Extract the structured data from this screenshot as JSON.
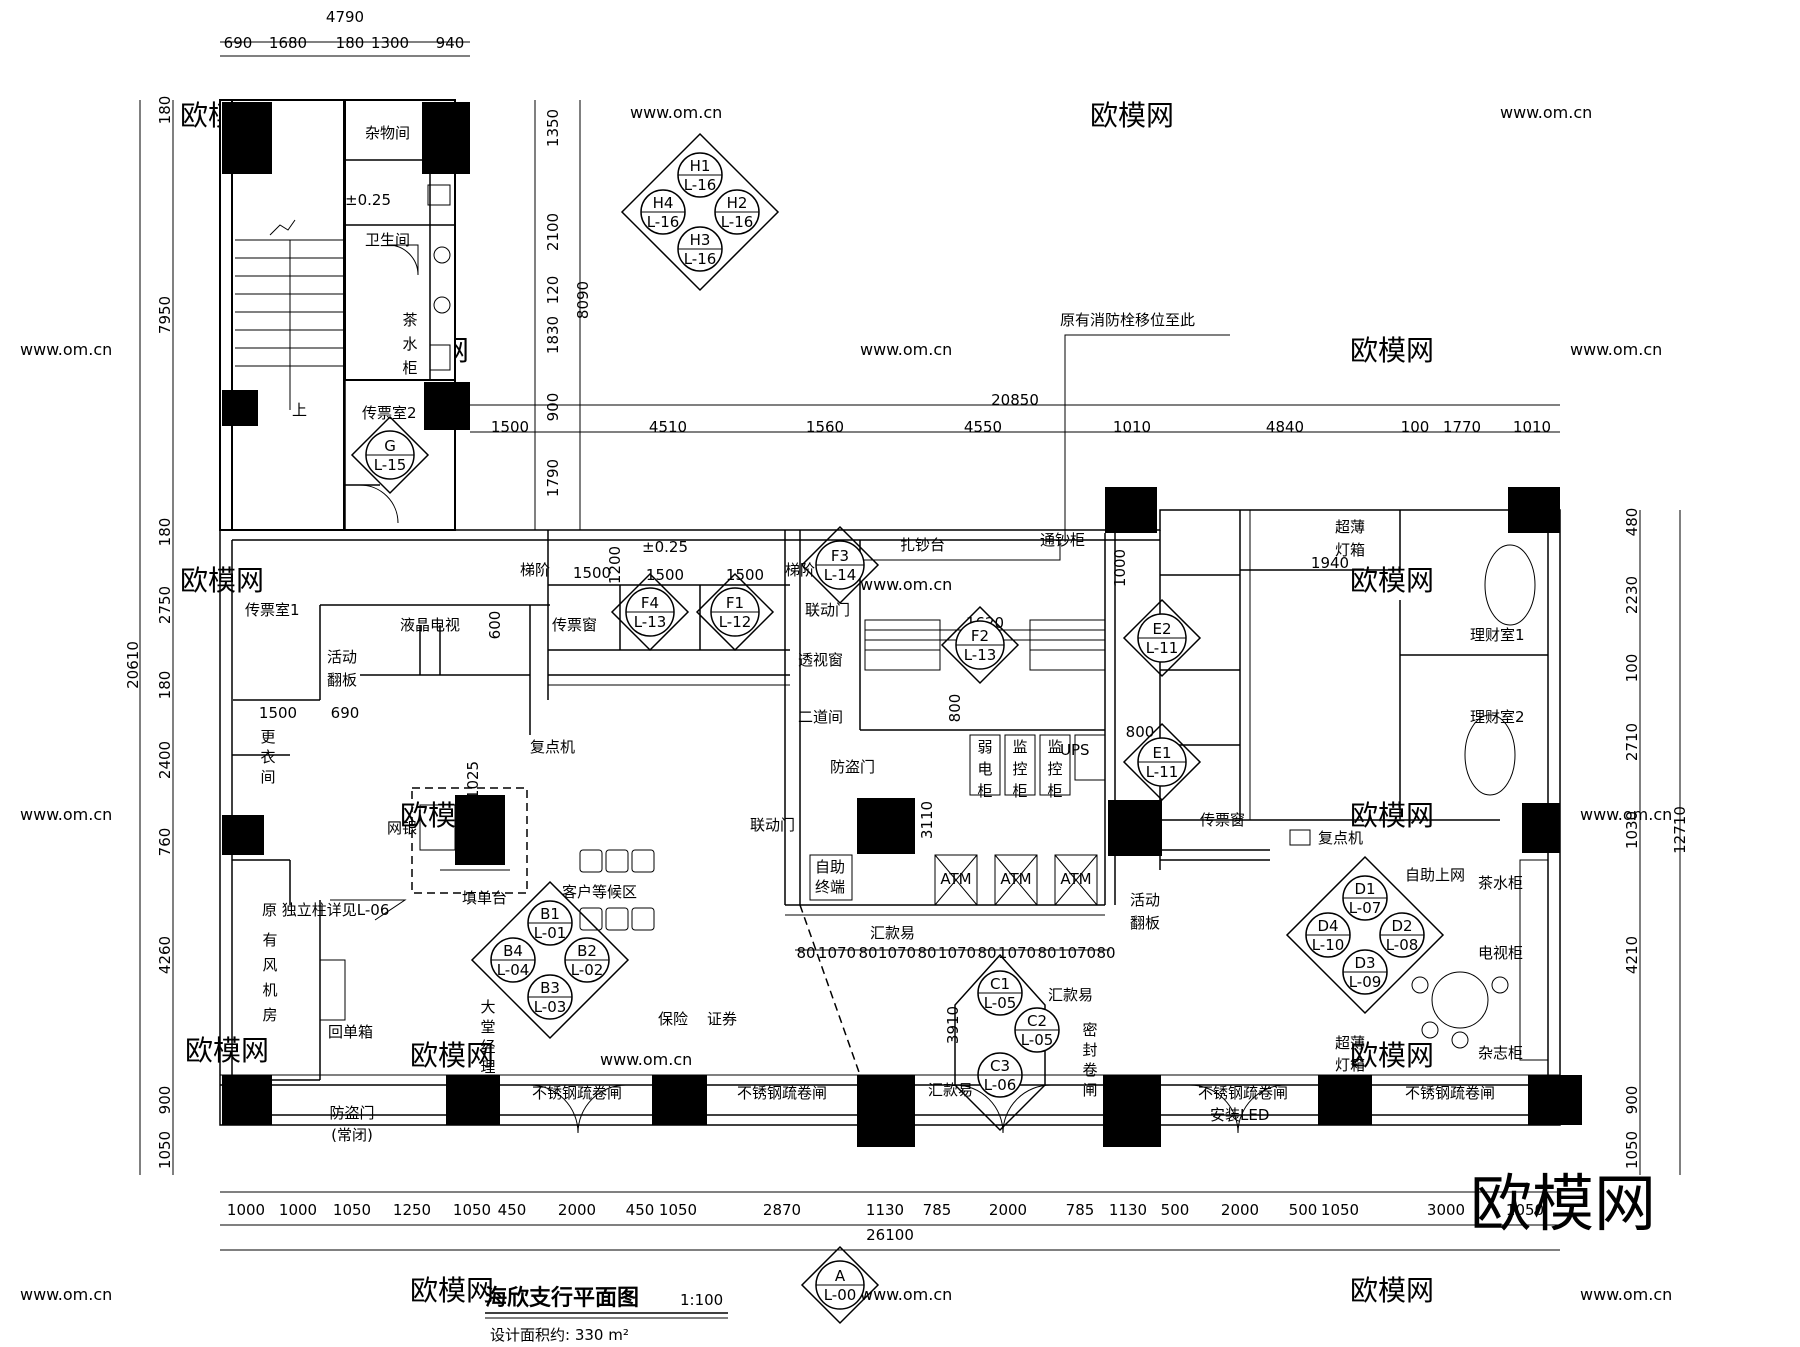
{
  "title": "海欣支行平面图",
  "scale": "1:100",
  "area_label": "设计面积约: 330 m²",
  "dims": {
    "top_total": "4790",
    "top_segments": [
      "690",
      "1680",
      "180",
      "1300",
      "940"
    ],
    "upper_total": "20850",
    "upper_segments": [
      "1500",
      "4510",
      "1560",
      "4550",
      "1010",
      "4840",
      "100",
      "1770",
      "1010"
    ],
    "left_total": "20610",
    "left_segments": [
      "180",
      "7950",
      "180",
      "2750",
      "180",
      "2400",
      "760",
      "4260",
      "900",
      "1050"
    ],
    "toilet_total": "8090",
    "toilet_segments": [
      "1350",
      "2100",
      "120",
      "1830",
      "900",
      "1790"
    ],
    "right_total": "12710",
    "right_segments": [
      "480",
      "2230",
      "100",
      "2710",
      "1030",
      "4210",
      "900",
      "1050"
    ],
    "bottom_total": "26100",
    "bottom_segments": [
      "1000",
      "1000",
      "1050",
      "1250",
      "1050",
      "450",
      "2000",
      "450",
      "1050",
      "2870",
      "1130",
      "785",
      "2000",
      "785",
      "1130",
      "500",
      "2000",
      "500",
      "1050",
      "3000",
      "1050"
    ],
    "atm_segments": [
      "80",
      "1070",
      "80",
      "1070",
      "80",
      "1070",
      "80",
      "1070",
      "80",
      "1070",
      "80"
    ],
    "misc": [
      "1500",
      "1200",
      "1500",
      "1500",
      "1000",
      "1940",
      "1500",
      "690",
      "600",
      "1025",
      "1620",
      "800",
      "800",
      "3110",
      "3910",
      "±0.25",
      "±0.25"
    ]
  },
  "rooms": {
    "storage": "杂物间",
    "toilet": "卫生间",
    "tea_cabinet_v": "茶水柜",
    "stairs_up": "上",
    "ticket_room2": "传票室2",
    "ticket_room1": "传票室1",
    "fire_note": "原有消防栓移位至此",
    "sand_table": "扎钞台",
    "passthrough": "通钞柜",
    "ladder1": "梯阶",
    "ladder2": "梯阶",
    "ticket_window": "传票窗",
    "lcd_tv": "液晶电视",
    "flip_board": "活动翻板",
    "reprint1": "复点机",
    "link_door1": "联动门",
    "see_window": "透视窗",
    "second_passage": "二道间",
    "security_door": "防盗门",
    "link_door2": "联动门",
    "self_terminal": "自助终端",
    "atm": [
      "ATM",
      "ATM",
      "ATM"
    ],
    "weak_cab": "弱电柜",
    "monitor_cab1": "监控柜",
    "monitor_cab2": "监控柜",
    "ups": "UPS",
    "changing_room": "更衣间",
    "net_silver": "网银",
    "fill_table": "填单台",
    "waiting": "客户等候区",
    "orig_column": "原 独立柱详见L-06",
    "fan_room": "有风机房",
    "return_box": "回单箱",
    "lobby_manager": "大堂经理",
    "insurance": "保险",
    "securities": "证券",
    "remit1": "汇款易",
    "remit2": "汇款易",
    "remit3": "汇款易",
    "shutter1": "不锈钢疏卷闸",
    "shutter2": "不锈钢疏卷闸",
    "shutter3": "不锈钢疏卷闸",
    "shutter4": "不锈钢疏卷闸",
    "sealed_shutter": "密封卷闸",
    "led": "安装LED",
    "sec_door_closed": "防盗门(常闭)",
    "ticket_window2": "传票窗",
    "reprint2": "复点机",
    "flip_board2": "活动翻板",
    "thin_lightbox1": "超薄灯箱",
    "thin_lightbox2": "超薄灯箱",
    "finance1": "理财室1",
    "finance2": "理财室2",
    "self_internet": "自助上网",
    "tea_cabinet": "茶水柜",
    "tv_cabinet": "电视柜",
    "magazine": "杂志柜"
  },
  "markers": {
    "H": [
      {
        "id": "H1",
        "ref": "L-16"
      },
      {
        "id": "H2",
        "ref": "L-16"
      },
      {
        "id": "H3",
        "ref": "L-16"
      },
      {
        "id": "H4",
        "ref": "L-16"
      }
    ],
    "B": [
      {
        "id": "B1",
        "ref": "L-01"
      },
      {
        "id": "B2",
        "ref": "L-02"
      },
      {
        "id": "B3",
        "ref": "L-03"
      },
      {
        "id": "B4",
        "ref": "L-04"
      }
    ],
    "C": [
      {
        "id": "C1",
        "ref": "L-05"
      },
      {
        "id": "C2",
        "ref": "L-05"
      },
      {
        "id": "C3",
        "ref": "L-06"
      }
    ],
    "D": [
      {
        "id": "D1",
        "ref": "L-07"
      },
      {
        "id": "D2",
        "ref": "L-08"
      },
      {
        "id": "D3",
        "ref": "L-09"
      },
      {
        "id": "D4",
        "ref": "L-10"
      }
    ],
    "singles": [
      {
        "id": "G",
        "ref": "L-15"
      },
      {
        "id": "F3",
        "ref": "L-14"
      },
      {
        "id": "F4",
        "ref": "L-13"
      },
      {
        "id": "F1",
        "ref": "L-12"
      },
      {
        "id": "F2",
        "ref": "L-13"
      },
      {
        "id": "E2",
        "ref": "L-11"
      },
      {
        "id": "E1",
        "ref": "L-11"
      },
      {
        "id": "A",
        "ref": "L-00"
      }
    ]
  },
  "watermarks": [
    "欧模网",
    "www.om.cn"
  ],
  "brand": "欧模网"
}
